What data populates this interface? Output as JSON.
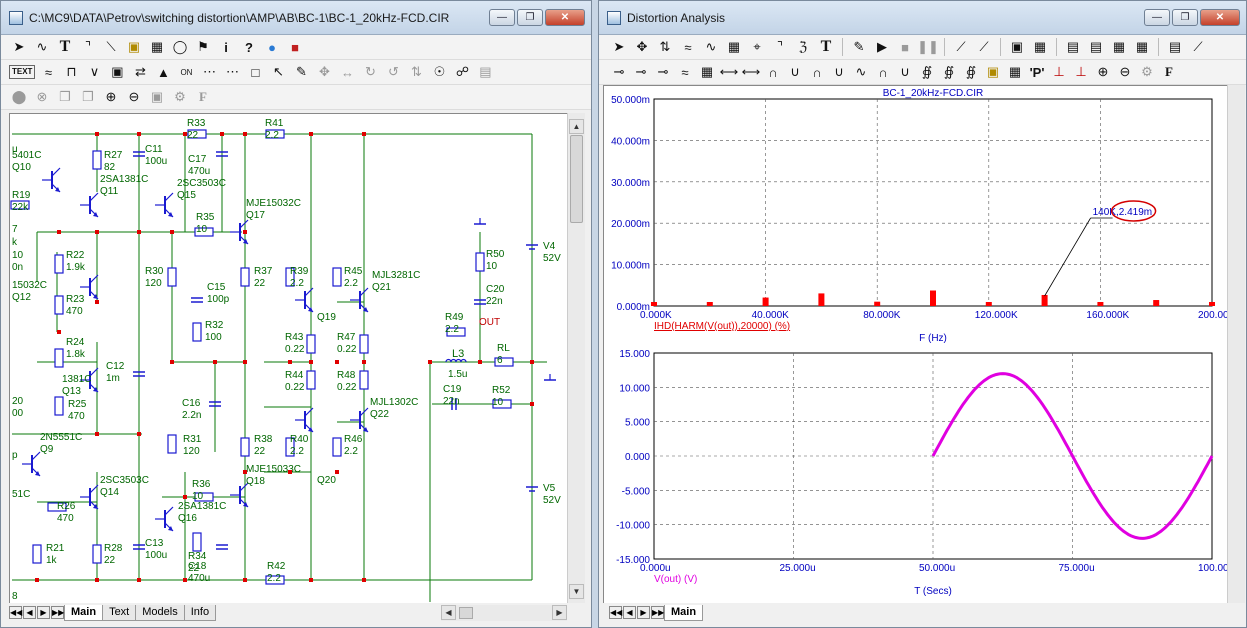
{
  "left_window": {
    "title": "C:\\MC9\\DATA\\Petrov\\switching distortion\\AMP\\AB\\BC-1\\BC-1_20kHz-FCD.CIR",
    "tabs": [
      "Main",
      "Text",
      "Models",
      "Info"
    ],
    "active_tab": "Main",
    "toolbar_text_button": "TEXT"
  },
  "schematic": {
    "transistors": [
      {
        "ref": "Q10",
        "part": "5401C"
      },
      {
        "ref": "Q11",
        "part": "2SA1381C"
      },
      {
        "ref": "Q15",
        "part": "2SC3503C"
      },
      {
        "ref": "Q17",
        "part": "MJE15032C"
      },
      {
        "ref": "Q12",
        "part": "15032C"
      },
      {
        "ref": "Q13",
        "part": "1381C"
      },
      {
        "ref": "Q19",
        "part": ""
      },
      {
        "ref": "Q21",
        "part": "MJL3281C"
      },
      {
        "ref": "Q22",
        "part": "MJL1302C"
      },
      {
        "ref": "Q20",
        "part": ""
      },
      {
        "ref": "Q18",
        "part": "MJE15033C"
      },
      {
        "ref": "Q9",
        "part": "2N5551C"
      },
      {
        "ref": "Q14",
        "part": "2SC3503C"
      },
      {
        "ref": "Q16",
        "part": "2SA1381C"
      }
    ],
    "components": [
      {
        "ref": "R27",
        "value": "82"
      },
      {
        "ref": "C11",
        "value": "100u"
      },
      {
        "ref": "R33",
        "value": "22"
      },
      {
        "ref": "C17",
        "value": "470u"
      },
      {
        "ref": "R41",
        "value": "2.2"
      },
      {
        "ref": "R19",
        "value": "22k"
      },
      {
        "ref": "R35",
        "value": "10"
      },
      {
        "ref": "R22",
        "value": "1.9k"
      },
      {
        "ref": "R23",
        "value": "470"
      },
      {
        "ref": "R30",
        "value": "120"
      },
      {
        "ref": "C15",
        "value": "100p"
      },
      {
        "ref": "R32",
        "value": "100"
      },
      {
        "ref": "R37",
        "value": "22"
      },
      {
        "ref": "R39",
        "value": "2.2"
      },
      {
        "ref": "R45",
        "value": "2.2"
      },
      {
        "ref": "R50",
        "value": "10"
      },
      {
        "ref": "C20",
        "value": "22n"
      },
      {
        "ref": "V4",
        "value": "52V"
      },
      {
        "ref": "R24",
        "value": "1.8k"
      },
      {
        "ref": "C12",
        "value": "1m"
      },
      {
        "ref": "R43",
        "value": "0.22"
      },
      {
        "ref": "R47",
        "value": "0.22"
      },
      {
        "ref": "R49",
        "value": "2.2"
      },
      {
        "ref": "L3",
        "value": "1.5u"
      },
      {
        "ref": "RL",
        "value": "6"
      },
      {
        "ref": "R44",
        "value": "0.22"
      },
      {
        "ref": "R48",
        "value": "0.22"
      },
      {
        "ref": "R25",
        "value": "470"
      },
      {
        "ref": "C16",
        "value": "2.2n"
      },
      {
        "ref": "C19",
        "value": "22n"
      },
      {
        "ref": "R52",
        "value": "10"
      },
      {
        "ref": "R31",
        "value": "120"
      },
      {
        "ref": "R38",
        "value": "22"
      },
      {
        "ref": "R40",
        "value": "2.2"
      },
      {
        "ref": "R46",
        "value": "2.2"
      },
      {
        "ref": "R36",
        "value": "10"
      },
      {
        "ref": "V5",
        "value": "52V"
      },
      {
        "ref": "R26",
        "value": "470"
      },
      {
        "ref": "R21",
        "value": "1k"
      },
      {
        "ref": "R28",
        "value": "22"
      },
      {
        "ref": "C13",
        "value": "100u"
      },
      {
        "ref": "C18",
        "value": "470u"
      },
      {
        "ref": "R34",
        "value": "22"
      },
      {
        "ref": "R42",
        "value": "2.2"
      }
    ],
    "net_label_out": "OUT",
    "fragments": [
      "u",
      "7",
      "k",
      "10",
      "0n",
      "20",
      "00",
      "p",
      "51C",
      "8"
    ]
  },
  "right_window": {
    "title": "Distortion Analysis",
    "tabs": [
      "Main"
    ],
    "active_tab": "Main"
  },
  "chart_data": [
    {
      "type": "bar",
      "title": "BC-1_20kHz-FCD.CIR",
      "xlabel": "F (Hz)",
      "ylabel": "IHD(HARM(V(out)),20000) (%)",
      "x_ticks": [
        "0.000K",
        "40.000K",
        "80.000K",
        "120.000K",
        "160.000K",
        "200.000K"
      ],
      "y_ticks": [
        "50.000m",
        "40.000m",
        "30.000m",
        "20.000m",
        "10.000m",
        "0.000m"
      ],
      "xlim": [
        0,
        200000
      ],
      "ylim": [
        0,
        0.05
      ],
      "grid": true,
      "x": [
        0,
        20000,
        40000,
        60000,
        80000,
        100000,
        120000,
        140000,
        160000,
        180000,
        200000
      ],
      "values": [
        0.0,
        0.0001,
        0.0018,
        0.0028,
        0.0008,
        0.0035,
        0.0004,
        0.00242,
        0.0002,
        0.0012,
        0.0002
      ],
      "color": "#ff0000",
      "annotation": {
        "text": "140K,2.419m",
        "x": 140000,
        "y": 0.002419,
        "highlight_color": "#d40000"
      }
    },
    {
      "type": "line",
      "title": "",
      "xlabel": "T (Secs)",
      "ylabel": "V(out) (V)",
      "x_ticks": [
        "0.000u",
        "25.000u",
        "50.000u",
        "75.000u",
        "100.000u"
      ],
      "y_ticks": [
        "15.000",
        "10.000",
        "5.000",
        "0.000",
        "-5.000",
        "-10.000",
        "-15.000"
      ],
      "xlim": [
        0,
        0.0001
      ],
      "ylim": [
        -15,
        15
      ],
      "grid": true,
      "series": [
        {
          "color": "#e000e0",
          "start": 5e-05,
          "end": 0.0001,
          "amplitude": 12,
          "frequency": 20000,
          "phase_start": 5e-05
        }
      ]
    }
  ]
}
